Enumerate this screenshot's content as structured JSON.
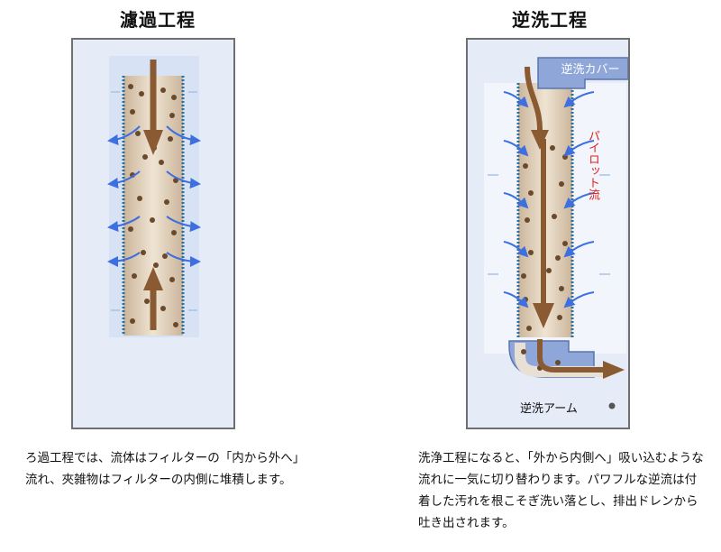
{
  "filtration": {
    "title": "濾過工程",
    "description": "ろ過工程では、流体はフィルターの「内から外へ」流れ、夾雑物はフィルターの内側に堆積します。"
  },
  "backwash": {
    "title": "逆洗工程",
    "cover_label": "逆洗カバー",
    "pilot_flow_label": "パイロット流",
    "arm_label": "逆洗アーム",
    "description": "洗浄工程になると、「外から内側へ」吸い込むような流れに一気に切り替わります。パワフルな逆流は付着した汚れを根こそぎ洗い落とし、排出ドレンから吐き出されます。"
  },
  "colors": {
    "panel_bg": "#e6ebf8",
    "panel_border": "#6f6f6f",
    "filter_fill": "#d9c9b3",
    "debris": "#6b4a2b",
    "flow_arrow": "#8a5a33",
    "water_arrow": "#3d6fe0",
    "pilot_text": "#e0201a",
    "cover_blue": "#8fa6d8"
  }
}
